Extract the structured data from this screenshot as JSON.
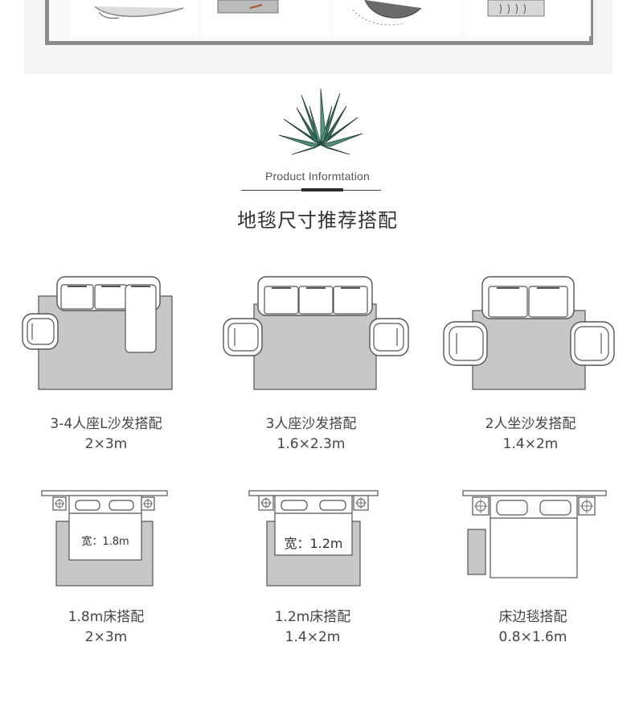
{
  "header": {
    "subtitle": "Product Informtation",
    "title": "地毯尺寸推荐搭配"
  },
  "colors": {
    "rug": "#c7c7c7",
    "outline": "#555555",
    "furniture_fill": "#ffffff",
    "frame": "#8c8c8c"
  },
  "icons": {
    "plant": "agave-plant-illustration"
  },
  "sofa_options": [
    {
      "caption": "3-4人座L沙发搭配",
      "size": "2×3m"
    },
    {
      "caption": "3人座沙发搭配",
      "size": "1.6×2.3m"
    },
    {
      "caption": "2人坐沙发搭配",
      "size": "1.4×2m"
    }
  ],
  "bed_options": [
    {
      "caption": "1.8m床搭配",
      "size": "2×3m",
      "bed_width_label": "宽：1.8m"
    },
    {
      "caption": "1.2m床搭配",
      "size": "1.4×2m",
      "bed_width_label": "宽：1.2m"
    },
    {
      "caption": "床边毯搭配",
      "size": "0.8×1.6m"
    }
  ]
}
